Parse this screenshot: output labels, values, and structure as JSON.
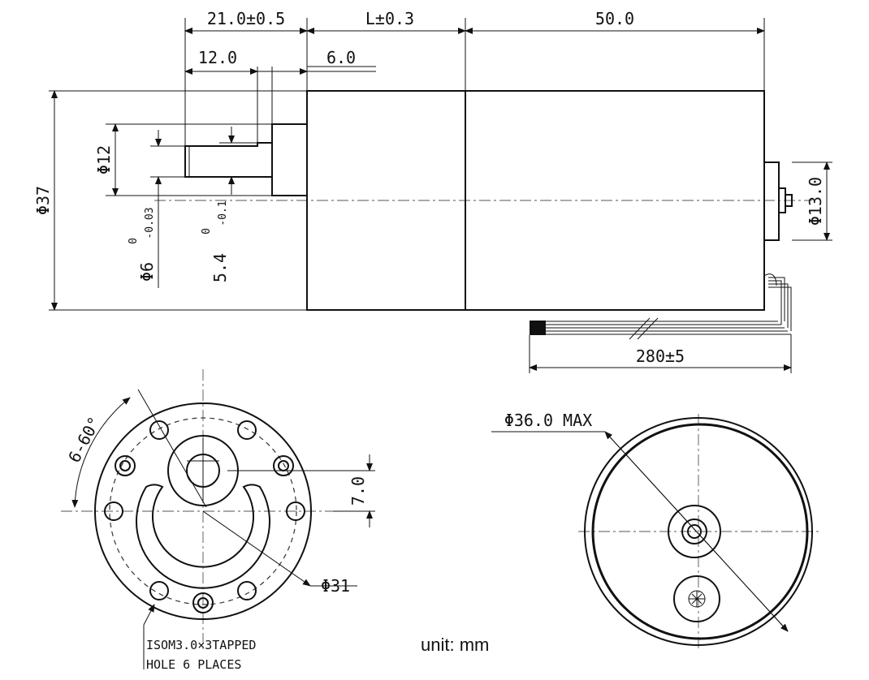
{
  "dims": {
    "shaft_len": "21.0±0.5",
    "gear_len": "L±0.3",
    "motor_len": "50.0",
    "shaft_flat": "12.0",
    "boss_len": "6.0",
    "dia_body": "Φ37",
    "dia_boss": "Φ12",
    "dia_shaft": "Φ6",
    "dia_shaft_tol_upper": "0",
    "dia_shaft_tol_lower": "-0.03",
    "flat_size": "5.4",
    "flat_tol_upper": "0",
    "flat_tol_lower": "-0.1",
    "dia_rear_boss": "Φ13.0",
    "wire_len": "280±5",
    "hole_angle": "6-60°",
    "offset": "7.0",
    "pcd": "Φ31",
    "dia_rear_max": "Φ36.0 MAX"
  },
  "notes": {
    "tapped_line1": "ISOM3.0×3TAPPED",
    "tapped_line2": "HOLE 6 PLACES",
    "unit": "unit: mm"
  }
}
